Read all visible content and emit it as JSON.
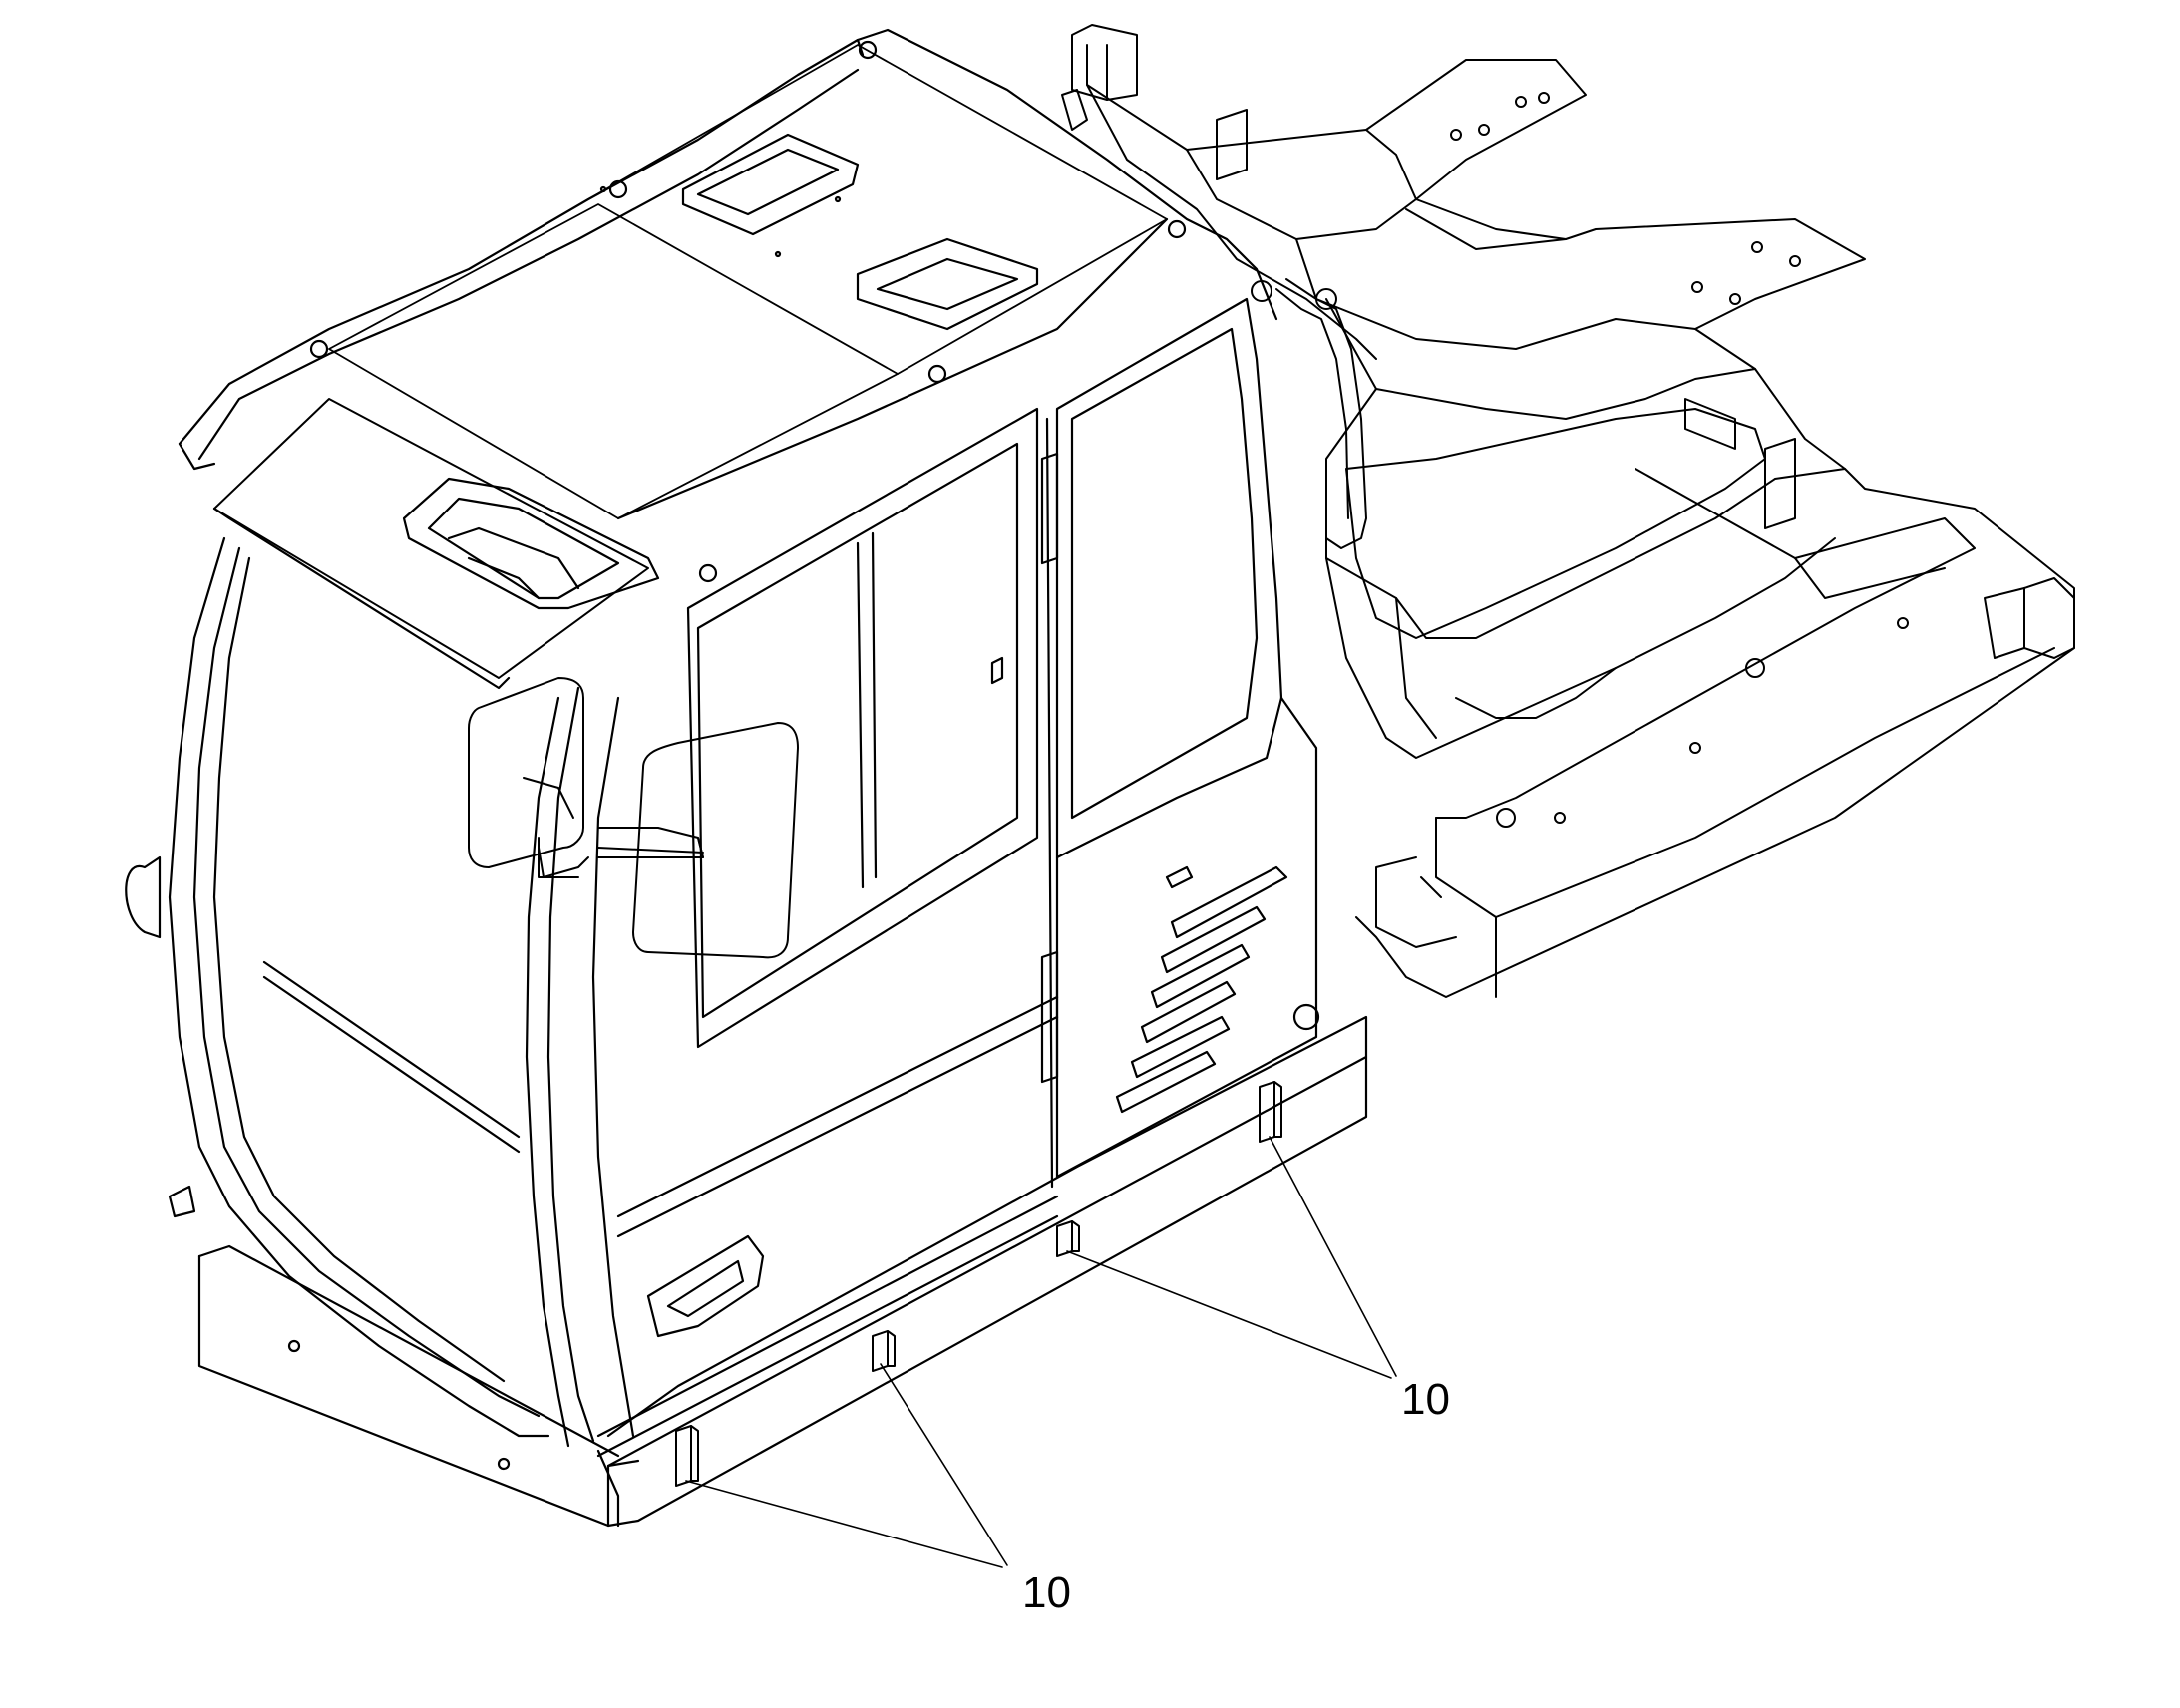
{
  "diagram": {
    "callouts": [
      {
        "id": "callout-10-upper",
        "label": "10",
        "points_to": [
          "bracket-rear",
          "bracket-mid"
        ]
      },
      {
        "id": "callout-10-lower",
        "label": "10",
        "points_to": [
          "bracket-front",
          "bracket-front-mid"
        ]
      }
    ],
    "line_color": "#000000",
    "background_color": "#ffffff"
  }
}
